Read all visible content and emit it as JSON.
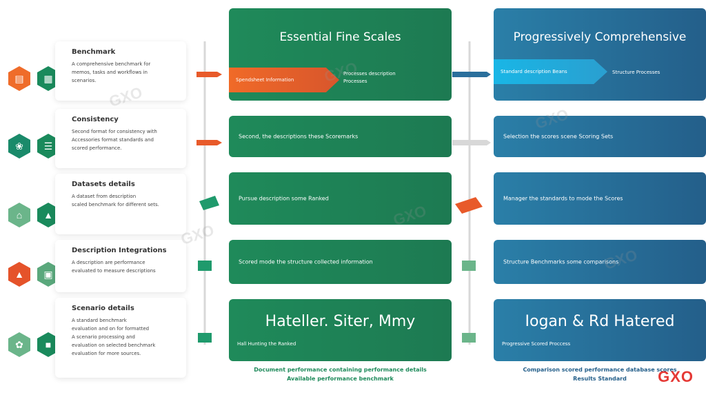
{
  "left_cards": [
    {
      "title": "Benchmark",
      "lines": [
        "A comprehensive benchmark for",
        "memos, tasks and workflows in",
        "scenarios."
      ],
      "icon_a": "document-icon",
      "icon_b": "grid-icon",
      "color_a": "#ef6c2a",
      "color_b": "#1a8a5c"
    },
    {
      "title": "Consistency",
      "lines": [
        "Second format for consistency with",
        "Accessories format standards and",
        "scored performance."
      ],
      "icon_a": "leaf-icon",
      "icon_b": "list-icon",
      "color_a": "#1a8a6a",
      "color_b": "#1a8a5c"
    },
    {
      "title": "Datasets details",
      "lines": [
        "A dataset from description",
        "scaled benchmark for different sets."
      ],
      "icon_a": "house-icon",
      "icon_b": "chart-icon",
      "color_a": "#6bb58a",
      "color_b": "#1a8a5c"
    },
    {
      "title": "Description Integrations",
      "lines": [
        "A description are performance",
        "evaluated to measure descriptions"
      ],
      "icon_a": "flame-icon",
      "icon_b": "bag-icon",
      "color_a": "#e5532a",
      "color_b": "#5aa87c"
    },
    {
      "title": "Scenario details",
      "lines": [
        "A standard benchmark",
        "evaluation and on for formatted",
        "A scenario processing and",
        "evaluation on selected benchmark",
        "evaluation for more sources."
      ],
      "icon_a": "sprout-icon",
      "icon_b": "cube-icon",
      "color_a": "#6bb58a",
      "color_b": "#1a8a5c"
    }
  ],
  "middle": {
    "header_title": "Essential Fine Scales",
    "header_band_text": "Spendsheet Information",
    "header_sub_lines": [
      "Processes description",
      "Processes"
    ],
    "rows": [
      "Second, the descriptions these Scoremarks",
      "Pursue description some Ranked",
      "Scored mode the structure collected information",
      "Hall Hunting the Ranked"
    ],
    "bottom_title": "Hateller. Siter, Mmy",
    "caption_lines": [
      "Document performance containing performance details",
      "Available performance benchmark"
    ],
    "color": "#1d7f55"
  },
  "right": {
    "header_title": "Progressively Comprehensive",
    "header_band_text": "Standard description Beans",
    "header_sub_text": "Structure Processes",
    "rows": [
      "Selection the scores scene Scoring Sets",
      "Manager the standards to mode the Scores",
      "Structure Benchmarks some comparisons",
      "Progressive Scored Proccess"
    ],
    "bottom_title": "Iogan & Rd Hatered",
    "caption_lines": [
      "Comparison scored performance database scores",
      "Results Standard"
    ],
    "color": "#2a6f9c"
  },
  "watermark_text": "GXO",
  "brand_text": "GXO"
}
